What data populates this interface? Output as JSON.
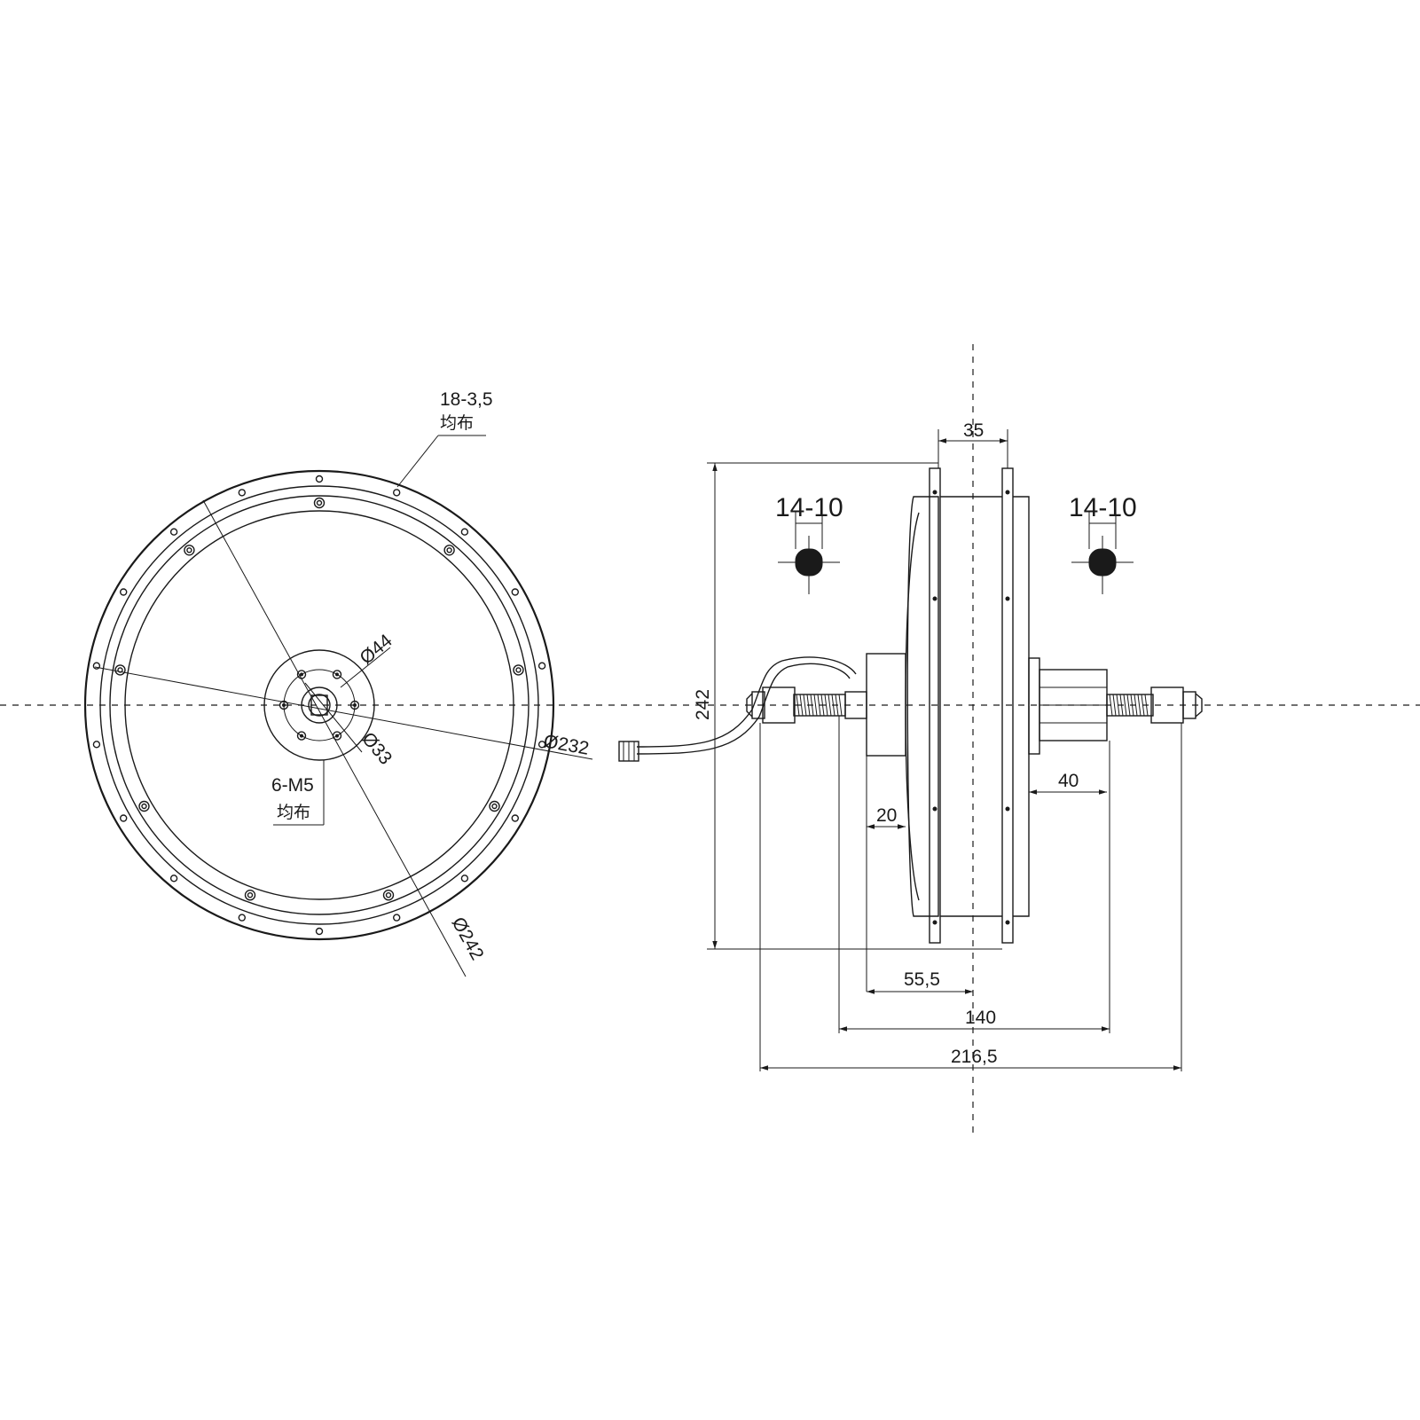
{
  "annotations": {
    "holes_outer": "18-3,5",
    "holes_outer_note": "均布",
    "dia_44": "Ø44",
    "dia_33": "Ø33",
    "dia_232": "Ø232",
    "dia_242": "Ø242",
    "screws": "6-M5",
    "screws_note": "均布"
  },
  "side_view": {
    "width_35": "35",
    "axle_left": "14-10",
    "axle_right": "14-10",
    "height_242": "242",
    "dim_40": "40",
    "dim_20": "20",
    "dim_55_5": "55,5",
    "dim_140": "140",
    "dim_216_5": "216,5"
  }
}
